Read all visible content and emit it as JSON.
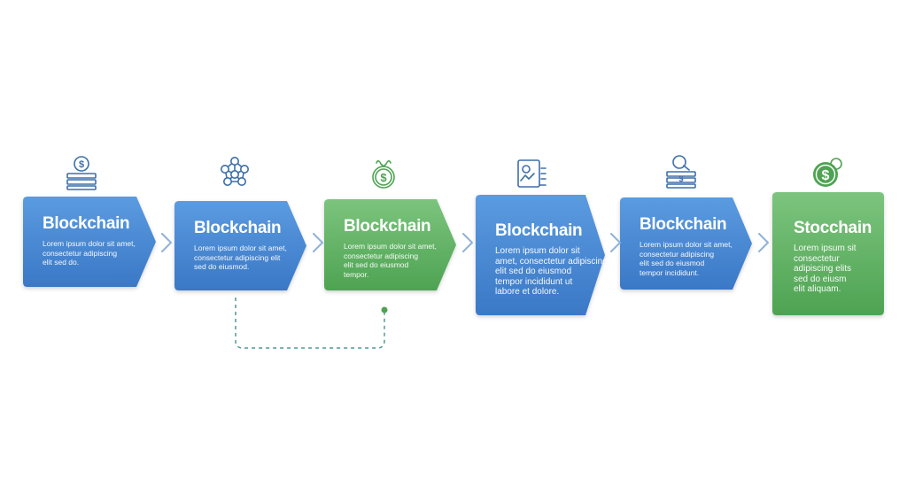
{
  "colors": {
    "blue_top": "#5b9be0",
    "blue_bottom": "#3a78c6",
    "green_top": "#7cc47e",
    "green_bottom": "#4ea352",
    "icon_blue": "#3d6fa8",
    "icon_green": "#4ea352",
    "chevron": "#8fb3d9",
    "connector": "#4e9a96"
  },
  "steps": [
    {
      "title": "Blockchain",
      "lines": [
        "Lorem ipsum dolor sit amet,",
        "consectetur adipiscing",
        "elit sed do."
      ],
      "color": "blue",
      "icon": "coin-stack-icon"
    },
    {
      "title": "Blockchain",
      "lines": [
        "Lorem ipsum dolor sit amet,",
        "consectetur adipiscing elit",
        "sed do eiusmod."
      ],
      "color": "blue",
      "icon": "network-nodes-icon"
    },
    {
      "title": "Blockchain",
      "lines": [
        "Lorem ipsum dolor sit amet,",
        "consectetur adipiscing",
        "elit sed do eiusmod",
        "tempor."
      ],
      "color": "green",
      "icon": "dollar-coin-icon"
    },
    {
      "title": "Blockchain",
      "lines": [
        "Lorem ipsum dolor sit",
        "amet, consectetur adipiscing",
        "elit sed do eiusmod",
        "tempor incididunt ut",
        "labore et dolore."
      ],
      "color": "blue",
      "icon": "document-chart-icon"
    },
    {
      "title": "Blockchain",
      "lines": [
        "Lorem ipsum dolor sit amet,",
        "consectetur adipiscing",
        "elit sed do eiusmod",
        "tempor incididunt."
      ],
      "color": "blue",
      "icon": "search-coins-icon"
    },
    {
      "title": "Stocchain",
      "lines": [
        "Lorem ipsum sit",
        "consectetur",
        "adipiscing elits",
        "sed do eiusm",
        "elit aliquam."
      ],
      "color": "green",
      "icon": "money-coin-icon"
    }
  ]
}
